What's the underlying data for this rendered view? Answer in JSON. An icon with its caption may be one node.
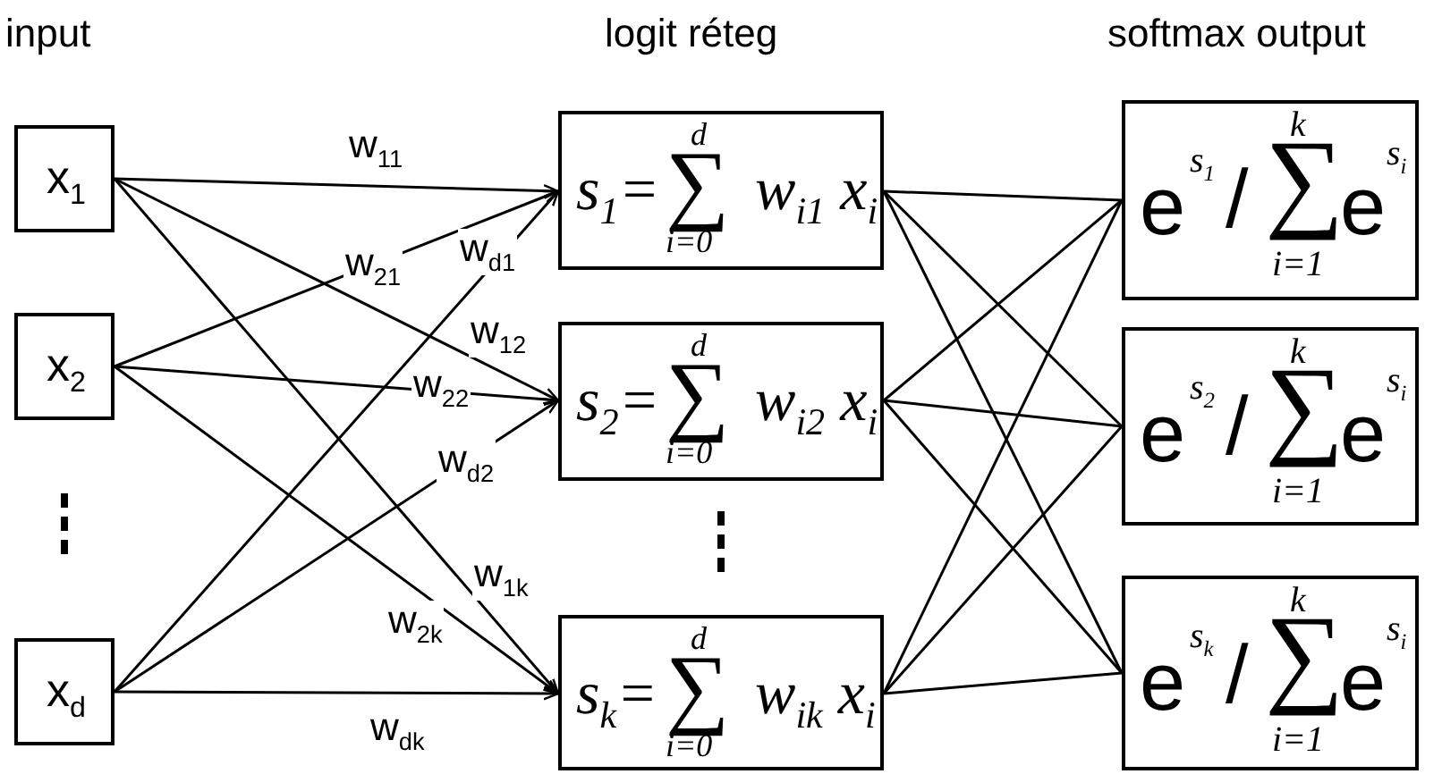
{
  "diagram": {
    "nodes": [
      {
        "text": [
          "x$_{1}$"
        ]
      },
      {
        "text": [
          "x$_{2}$"
        ]
      },
      {
        "text": [
          "x$_{d}$"
        ]
      },
      {
        "text": [
          "s$_{1}$=",
          "d",
          "∑",
          "i=0",
          "w$_{i1}$ x$_{i}$"
        ]
      },
      {
        "text": [
          "s$_{2}$=",
          "d",
          "∑",
          "i=0",
          "w$_{i2}$ x$_{i}$"
        ]
      },
      {
        "text": [
          "s$_{k}$=",
          "d",
          "∑",
          "i=0",
          "w$_{ik}$ x$_{i}$"
        ]
      },
      {
        "text": [
          "e",
          "s$_{1}$",
          "/",
          "k",
          "∑",
          "i=1",
          "e",
          "s$_{i}$"
        ]
      },
      {
        "text": [
          "e",
          "s$_{2}$",
          "/",
          "k",
          "∑",
          "i=1",
          "e",
          "s$_{i}$"
        ]
      },
      {
        "text": [
          "e",
          "s$_{k}$",
          "/",
          "k",
          "∑",
          "i=1",
          "e",
          "s$_{i}$"
        ]
      }
    ],
    "edges": [
      {
        "from": 0,
        "to": 3,
        "arrow": "to",
        "label": "w$_{11}$"
      },
      {
        "from": 1,
        "to": 3,
        "arrow": "to",
        "label": "w$_{21}$"
      },
      {
        "from": 2,
        "to": 3,
        "arrow": "to",
        "label": "w$_{d1}$"
      },
      {
        "from": 0,
        "to": 4,
        "arrow": "to",
        "label": "w$_{12}$"
      },
      {
        "from": 1,
        "to": 4,
        "arrow": "to",
        "label": "w$_{22}$"
      },
      {
        "from": 2,
        "to": 4,
        "arrow": "to",
        "label": "w$_{d2}$"
      },
      {
        "from": 0,
        "to": 5,
        "arrow": "to",
        "label": "w$_{1k}$"
      },
      {
        "from": 1,
        "to": 5,
        "arrow": "to",
        "label": "w$_{2k}$"
      },
      {
        "from": 2,
        "to": 5,
        "arrow": "to",
        "label": "w$_{dk}$"
      },
      {
        "from": 3,
        "to": 6,
        "arrow": "none"
      },
      {
        "from": 3,
        "to": 7,
        "arrow": "none"
      },
      {
        "from": 3,
        "to": 8,
        "arrow": "none"
      },
      {
        "from": 4,
        "to": 6,
        "arrow": "none"
      },
      {
        "from": 4,
        "to": 7,
        "arrow": "none"
      },
      {
        "from": 4,
        "to": 8,
        "arrow": "none"
      },
      {
        "from": 5,
        "to": 6,
        "arrow": "none"
      },
      {
        "from": 5,
        "to": 7,
        "arrow": "none"
      },
      {
        "from": 5,
        "to": 8,
        "arrow": "none"
      }
    ],
    "labels": [
      "input",
      "logit réteg",
      "softmax output"
    ]
  }
}
